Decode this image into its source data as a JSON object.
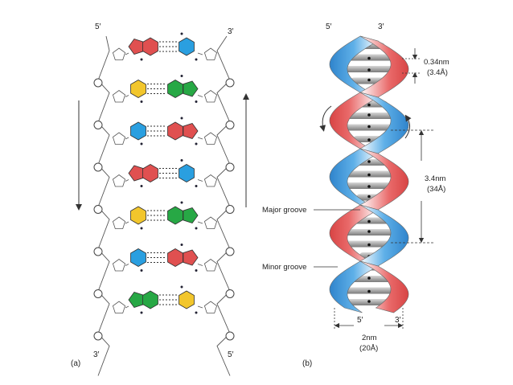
{
  "panel_a": {
    "label": "(a)",
    "top_left_end": "5′",
    "top_right_end": "3′",
    "bottom_left_end": "3′",
    "bottom_right_end": "5′",
    "base_pairs": [
      {
        "left": "red",
        "right": "blue"
      },
      {
        "left": "yellow",
        "right": "green"
      },
      {
        "left": "blue",
        "right": "red"
      },
      {
        "left": "red",
        "right": "blue"
      },
      {
        "left": "yellow",
        "right": "green"
      },
      {
        "left": "blue",
        "right": "red"
      },
      {
        "left": "green",
        "right": "yellow"
      }
    ],
    "colors": {
      "red": "#e05050",
      "blue": "#2a9fe0",
      "yellow": "#f2c62c",
      "green": "#27a845"
    }
  },
  "panel_b": {
    "label": "(b)",
    "top_5": "5′",
    "top_3": "3′",
    "bottom_5": "5′",
    "bottom_3": "3′",
    "rise_value": "0.34nm",
    "rise_angstrom": "(3.4Å)",
    "pitch_value": "3.4nm",
    "pitch_angstrom": "(34Å)",
    "major_groove": "Major groove",
    "minor_groove": "Minor groove",
    "width_value": "2nm",
    "width_angstrom": "(20Å)",
    "strand_colors": {
      "red": "#e05a5a",
      "blue": "#3a8fd0"
    }
  }
}
